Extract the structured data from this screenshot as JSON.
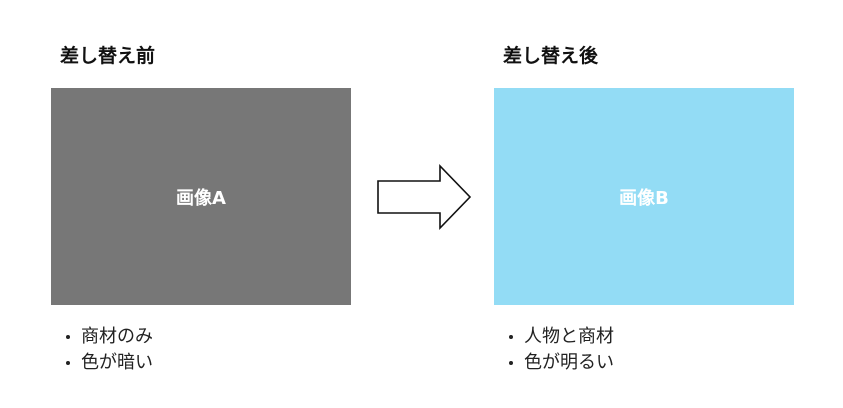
{
  "before": {
    "heading": "差し替え前",
    "image_label": "画像A",
    "image_color": "#777777",
    "notes": [
      "商材のみ",
      "色が暗い"
    ]
  },
  "after": {
    "heading": "差し替え後",
    "image_label": "画像B",
    "image_color": "#93dcf5",
    "notes": [
      "人物と商材",
      "色が明るい"
    ]
  },
  "arrow": {
    "icon": "right-arrow-icon",
    "fill": "#ffffff",
    "stroke": "#111111"
  }
}
